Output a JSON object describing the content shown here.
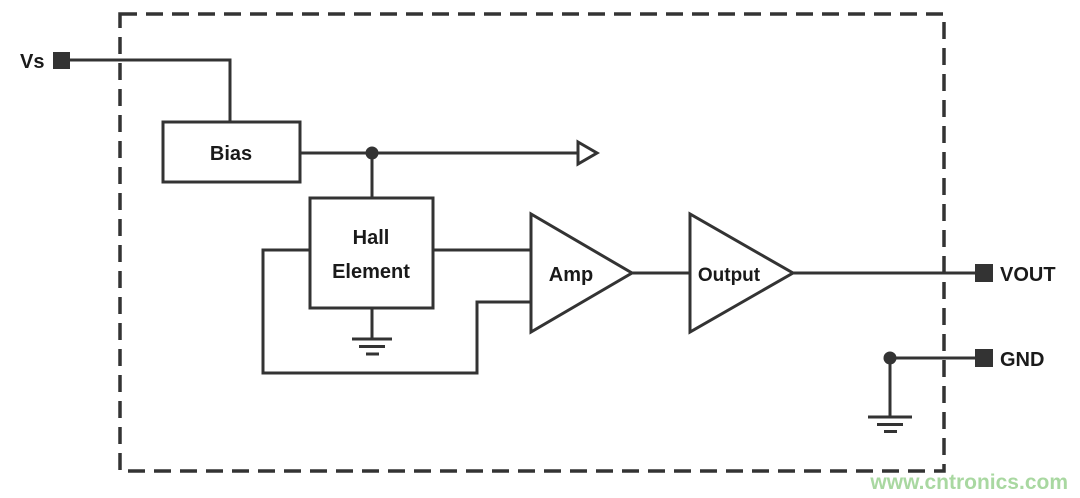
{
  "pins": {
    "vs": "Vs",
    "vout": "VOUT",
    "gnd": "GND"
  },
  "blocks": {
    "bias": "Bias",
    "hall_line1": "Hall",
    "hall_line2": "Element",
    "amp": "Amp",
    "output": "Output"
  },
  "watermark": "www.cntronics.com",
  "colors": {
    "line": "#333333",
    "text": "#1a1a1a",
    "watermark": "#a9d8a1",
    "background": "#ffffff"
  }
}
